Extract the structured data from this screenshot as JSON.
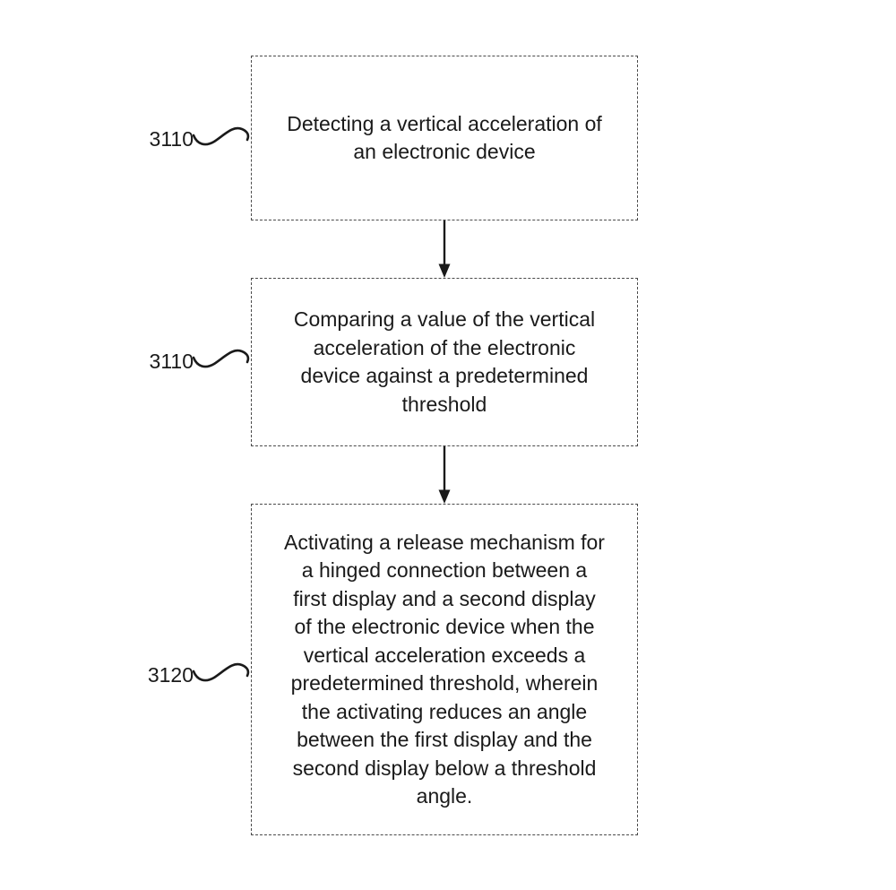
{
  "figure": {
    "type": "flowchart",
    "colors": {
      "background": "#ffffff",
      "line": "#1a1a1a",
      "box_border": "#4a4a4a",
      "text": "#1a1a1a"
    },
    "steps": [
      {
        "ref": "3110",
        "text": "Detecting a vertical acceleration of\nan electronic device"
      },
      {
        "ref": "3110",
        "text": "Comparing a value of the vertical\nacceleration of the electronic\ndevice against a predetermined\nthreshold"
      },
      {
        "ref": "3120",
        "text": "Activating a release mechanism for\na hinged connection between a\nfirst display and a second display\nof the electronic device when the\nvertical acceleration exceeds a\npredetermined threshold, wherein\nthe activating reduces an angle\nbetween the first display and the\nsecond display below a threshold\nangle."
      }
    ],
    "connectors": {
      "arrow_count": 2,
      "arrow_direction": "down"
    }
  }
}
